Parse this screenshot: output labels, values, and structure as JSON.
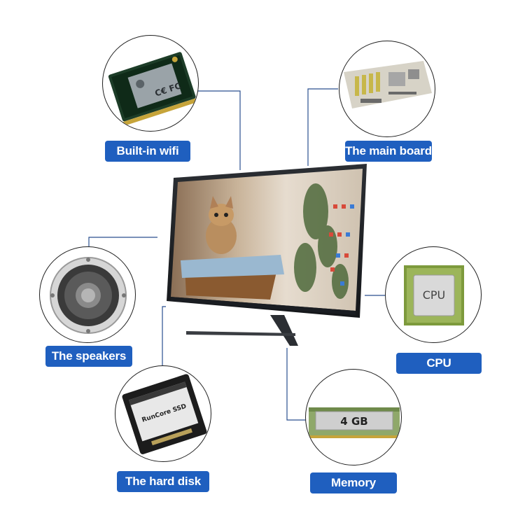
{
  "labels": {
    "wifi": "Built-in wifi",
    "mainboard": "The main board",
    "speakers": "The speakers",
    "cpu": "CPU",
    "harddisk": "The hard disk",
    "memory": "Memory"
  },
  "component_text": {
    "cpu_chip": "CPU",
    "memory_stick": "4 GB",
    "ssd_brand": "RunCore SSD"
  },
  "colors": {
    "label_bg": "#1f5fbf",
    "label_text": "#ffffff",
    "connector": "#2a4f8f"
  }
}
